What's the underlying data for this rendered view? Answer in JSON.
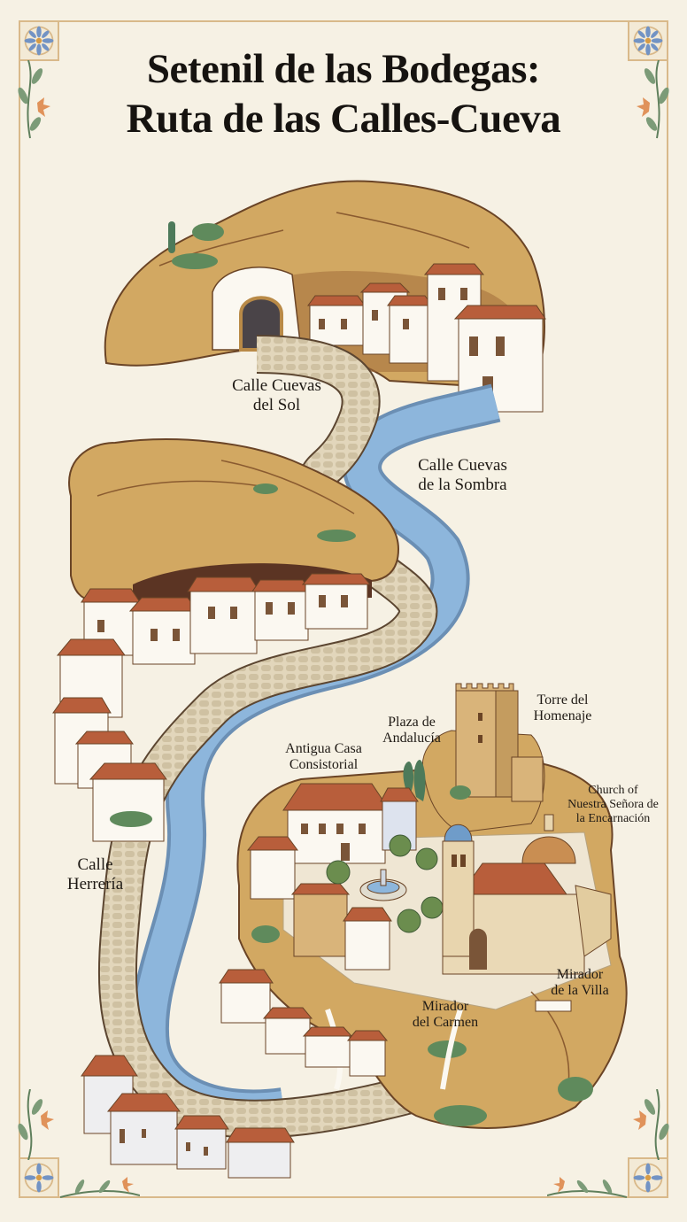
{
  "title": {
    "line1": "Setenil de las Bodegas:",
    "line2": "Ruta de las Calles-Cueva"
  },
  "labels": [
    {
      "id": "calle-cuevas-del-sol",
      "line1": "Calle Cuevas",
      "line2": "del Sol"
    },
    {
      "id": "calle-cuevas-de-la-sombra",
      "line1": "Calle Cuevas",
      "line2": "de la Sombra"
    },
    {
      "id": "torre-del-homenaje",
      "line1": "Torre del",
      "line2": "Homenaje"
    },
    {
      "id": "plaza-de-andalucia",
      "line1": "Plaza de",
      "line2": "Andalucía"
    },
    {
      "id": "antigua-casa-consistorial",
      "line1": "Antigua Casa",
      "line2": "Consistorial"
    },
    {
      "id": "church-encarnacion",
      "line1": "Church of",
      "line2": "Nuestra Señora de",
      "line3": "la Encarnación"
    },
    {
      "id": "calle-herreria",
      "line1": "Calle",
      "line2": "Herrería"
    },
    {
      "id": "mirador-del-carmen",
      "line1": "Mirador",
      "line2": "del Carmen"
    },
    {
      "id": "mirador-de-la-villa",
      "line1": "Mirador",
      "line2": "de la Villa"
    }
  ],
  "colors": {
    "background": "#f6f1e4",
    "border": "#d9b98a",
    "rock": "#d2a862",
    "rock_dark": "#b98a47",
    "river": "#7fa9d1",
    "path": "#ddd0b4",
    "roof": "#b85e3b",
    "wall": "#fbf8f1",
    "foliage": "#5f8a5c",
    "tile_blue": "#6f8fbf",
    "flower": "#e0925a"
  }
}
